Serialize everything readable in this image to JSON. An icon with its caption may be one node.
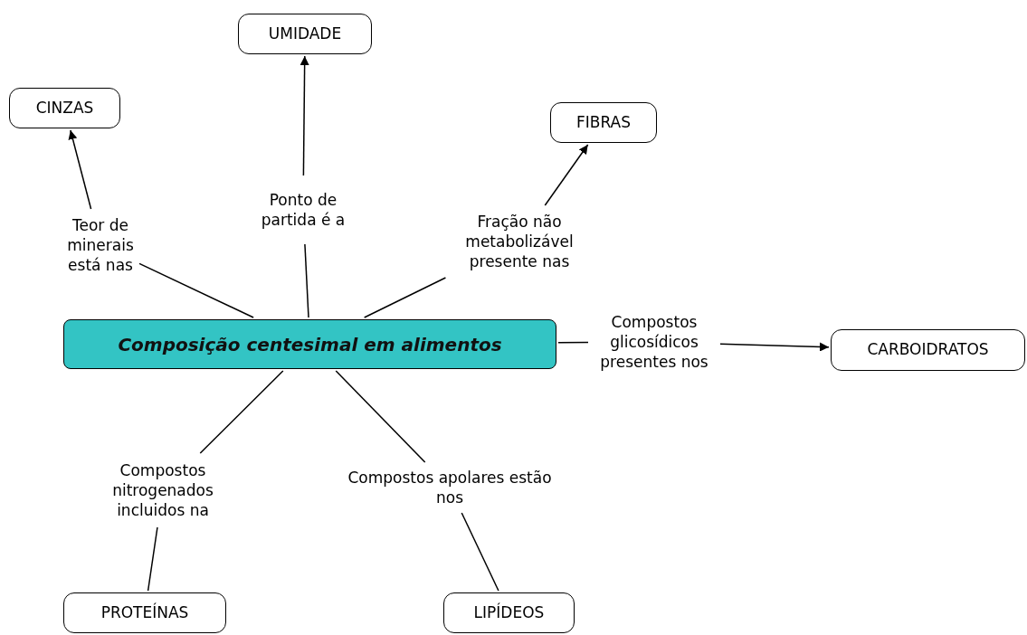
{
  "diagram": {
    "nodes": [
      {
        "text": [
          "Composição centesimal em alimentos"
        ]
      },
      {
        "text": [
          "UMIDADE"
        ]
      },
      {
        "text": [
          "CINZAS"
        ]
      },
      {
        "text": [
          "FIBRAS"
        ]
      },
      {
        "text": [
          "CARBOIDRATOS"
        ]
      },
      {
        "text": [
          "PROTEÍNAS"
        ]
      },
      {
        "text": [
          "LIPÍDEOS"
        ]
      },
      {
        "text": [
          "Ponto de partida é a"
        ]
      },
      {
        "text": [
          "Teor de minerais está nas"
        ]
      },
      {
        "text": [
          "Fração não metabolizável presente nas"
        ]
      },
      {
        "text": [
          "Compostos glicosídicos presentes nos"
        ]
      },
      {
        "text": [
          "Compostos nitrogenados incluidos na"
        ]
      },
      {
        "text": [
          "Compostos apolares estão nos"
        ]
      }
    ],
    "edges": [
      {
        "from": 0,
        "to": 7,
        "arrow": "none"
      },
      {
        "from": 7,
        "to": 1,
        "arrow": "to"
      },
      {
        "from": 0,
        "to": 8,
        "arrow": "none"
      },
      {
        "from": 8,
        "to": 2,
        "arrow": "to"
      },
      {
        "from": 0,
        "to": 9,
        "arrow": "none"
      },
      {
        "from": 9,
        "to": 3,
        "arrow": "to"
      },
      {
        "from": 0,
        "to": 10,
        "arrow": "none"
      },
      {
        "from": 10,
        "to": 4,
        "arrow": "to"
      },
      {
        "from": 0,
        "to": 11,
        "arrow": "none"
      },
      {
        "from": 11,
        "to": 5,
        "arrow": "none"
      },
      {
        "from": 0,
        "to": 12,
        "arrow": "none"
      },
      {
        "from": 12,
        "to": 6,
        "arrow": "none"
      }
    ]
  }
}
